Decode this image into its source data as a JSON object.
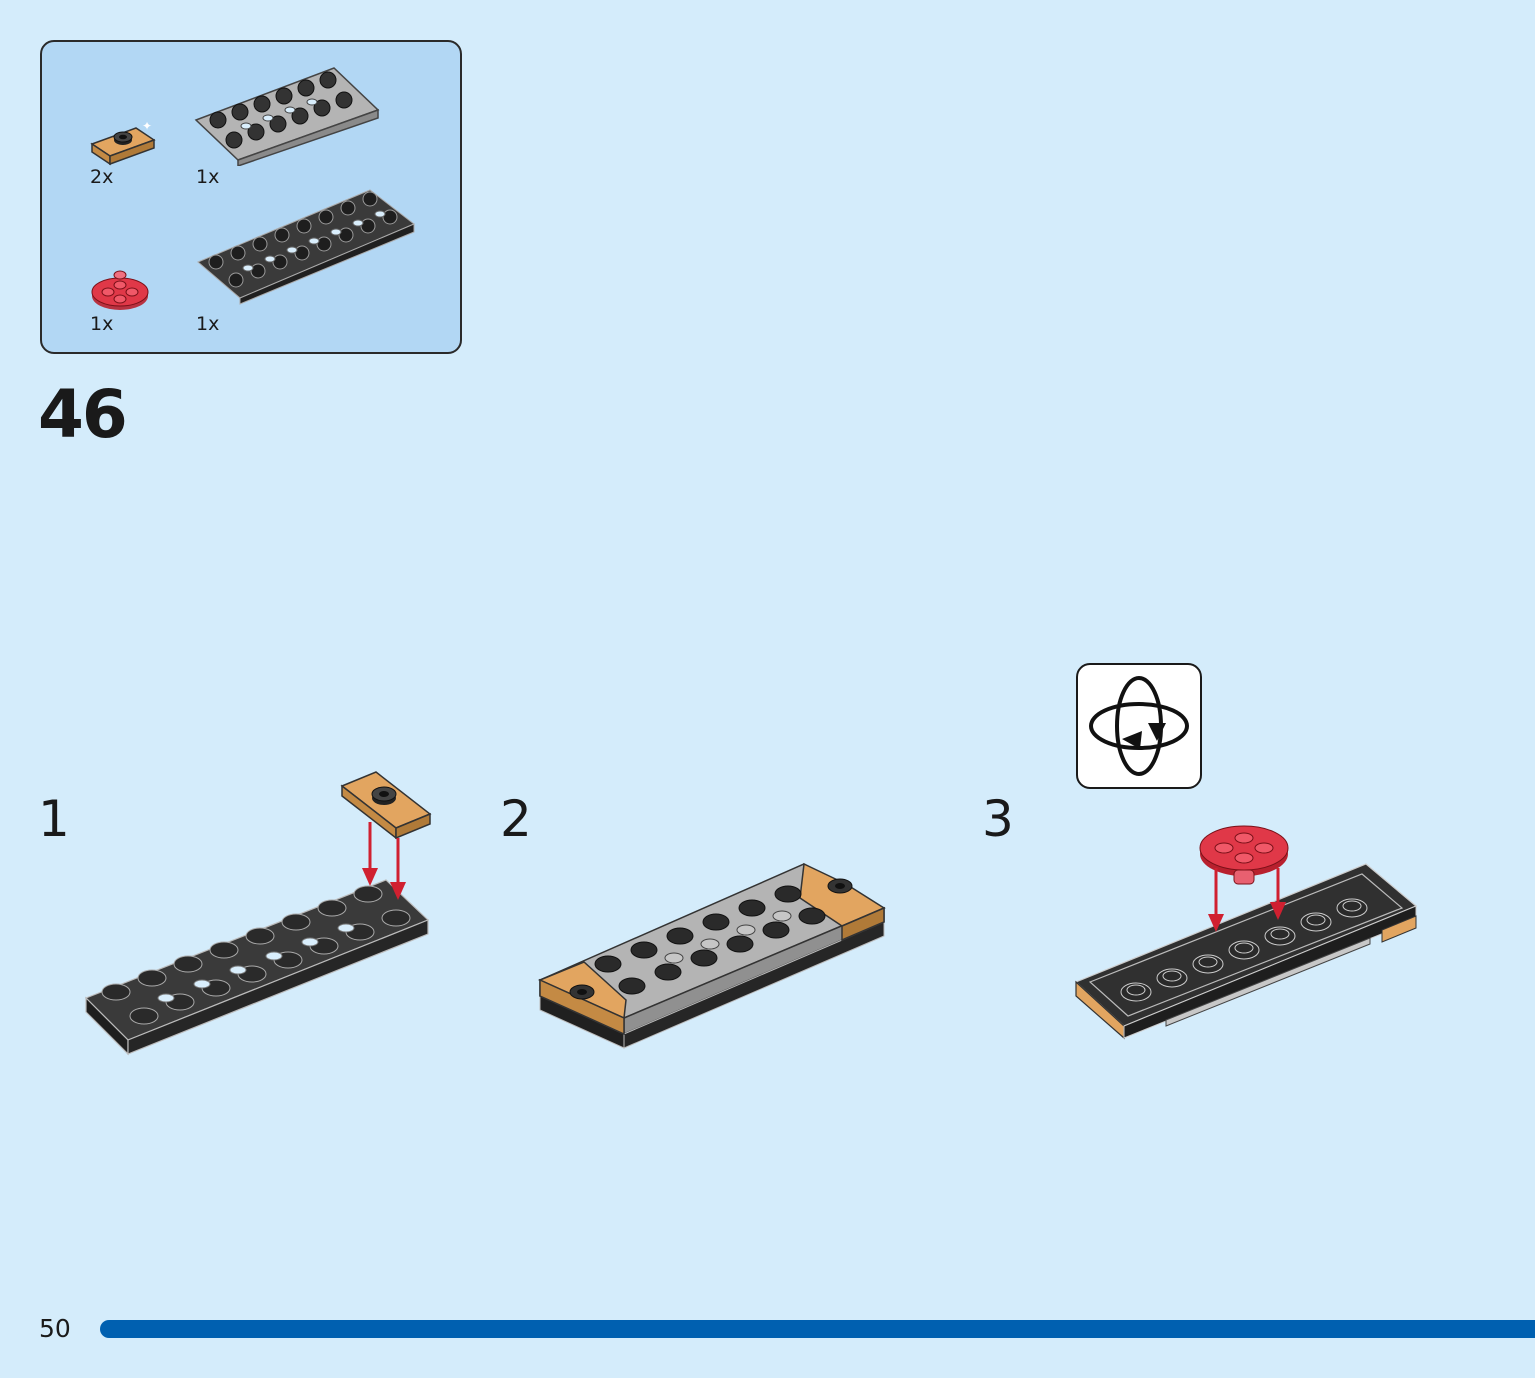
{
  "parts_box": {
    "items": [
      {
        "name": "tan-plate-1x2-jumper",
        "qty": "2x"
      },
      {
        "name": "light-gray-technic-plate-2x6",
        "qty": "1x"
      },
      {
        "name": "trans-red-round-plate-2x2",
        "qty": "1x"
      },
      {
        "name": "black-technic-plate-2x8",
        "qty": "1x"
      }
    ]
  },
  "step": {
    "number": "46"
  },
  "substeps": [
    {
      "number": "1"
    },
    {
      "number": "2"
    },
    {
      "number": "3"
    }
  ],
  "rotate_icon": "rotate-model-icon",
  "footer": {
    "page_number": "50"
  },
  "colors": {
    "background": "#d4ecfb",
    "parts_box": "#b2d7f4",
    "page_bar": "#0060b0",
    "arrow": "#d02030"
  }
}
